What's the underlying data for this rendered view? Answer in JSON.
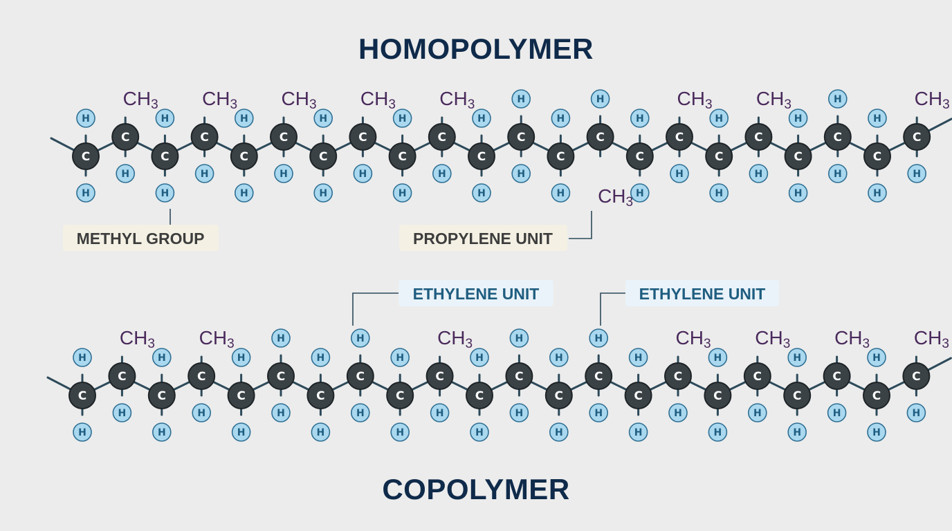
{
  "titles": {
    "top": "HOMOPOLYMER",
    "bottom": "COPOLYMER"
  },
  "atom_labels": {
    "carbon": "C",
    "hydrogen": "H",
    "methyl": "CH",
    "methyl_subscript": "3"
  },
  "callouts": {
    "methyl_group": "METHYL GROUP",
    "propylene_unit": "PROPYLENE UNIT",
    "ethylene_unit_1": "ETHYLENE UNIT",
    "ethylene_unit_2": "ETHYLENE UNIT"
  },
  "colors": {
    "background": "#ececec",
    "carbon_fill": "#3a4246",
    "carbon_stroke": "#1d2326",
    "hydrogen_fill": "#a9d8ef",
    "hydrogen_stroke": "#2f6f93",
    "hydrogen_text": "#1f5d80",
    "bond": "#2d4a5a",
    "methyl_text": "#4a2a5c",
    "title": "#0f2a4a",
    "callout_cream_bg": "#f4f1e4",
    "callout_cream_text": "#3d3d3d",
    "callout_blue_bg": "#eaf3f9",
    "callout_blue_text": "#1f5d80"
  },
  "chains": {
    "homopolymer": {
      "sequence": [
        "P",
        "P",
        "P",
        "P",
        "P",
        "E",
        "P",
        "P",
        "P",
        "E",
        "P"
      ],
      "methyl_down_unit_index": 6
    },
    "copolymer": {
      "sequence": [
        "P",
        "P",
        "E",
        "E",
        "P",
        "E",
        "E",
        "P",
        "P",
        "P",
        "P"
      ]
    }
  }
}
